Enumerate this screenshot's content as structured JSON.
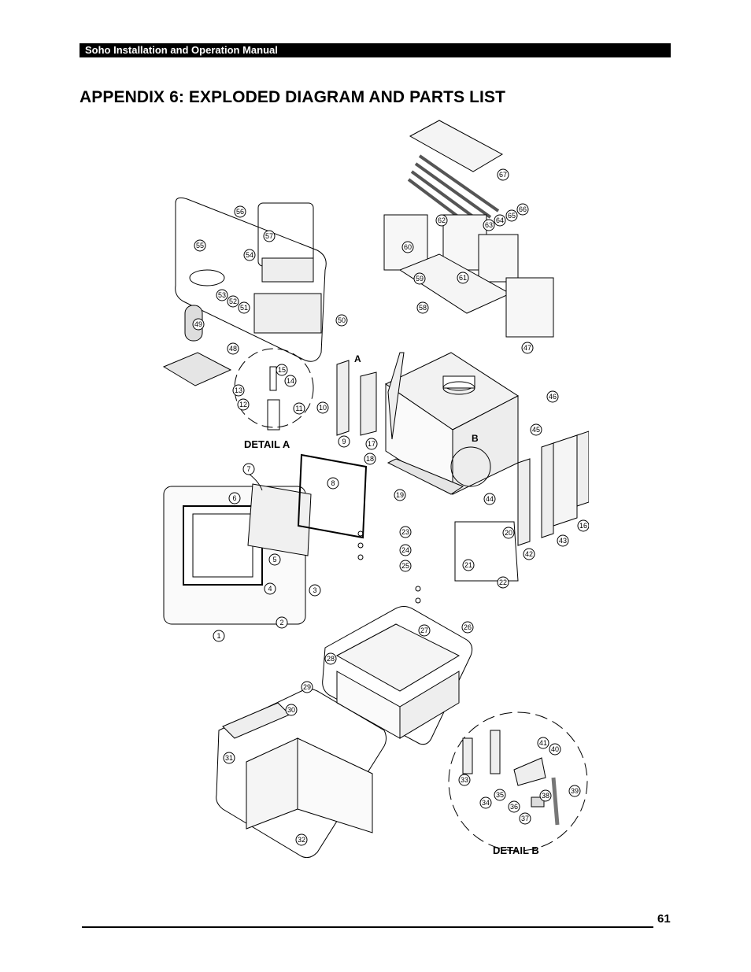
{
  "header": {
    "title": "Soho Installation and Operation Manual"
  },
  "page": {
    "title": "APPENDIX 6: EXPLODED DIAGRAM AND PARTS LIST",
    "number": "61"
  },
  "diagram": {
    "detail_a_label": "DETAIL A",
    "detail_b_label": "DETAIL B",
    "marker_a": "A",
    "marker_b": "B",
    "callouts": [
      "1",
      "2",
      "3",
      "4",
      "5",
      "6",
      "7",
      "8",
      "9",
      "10",
      "11",
      "12",
      "13",
      "14",
      "15",
      "16",
      "17",
      "18",
      "19",
      "20",
      "21",
      "22",
      "23",
      "24",
      "25",
      "26",
      "27",
      "28",
      "29",
      "30",
      "31",
      "32",
      "33",
      "34",
      "35",
      "36",
      "37",
      "38",
      "39",
      "40",
      "41",
      "42",
      "43",
      "44",
      "45",
      "46",
      "47",
      "48",
      "49",
      "50",
      "51",
      "52",
      "53",
      "54",
      "55",
      "56",
      "57",
      "58",
      "59",
      "60",
      "61",
      "62",
      "63",
      "64",
      "65",
      "66",
      "67"
    ]
  }
}
